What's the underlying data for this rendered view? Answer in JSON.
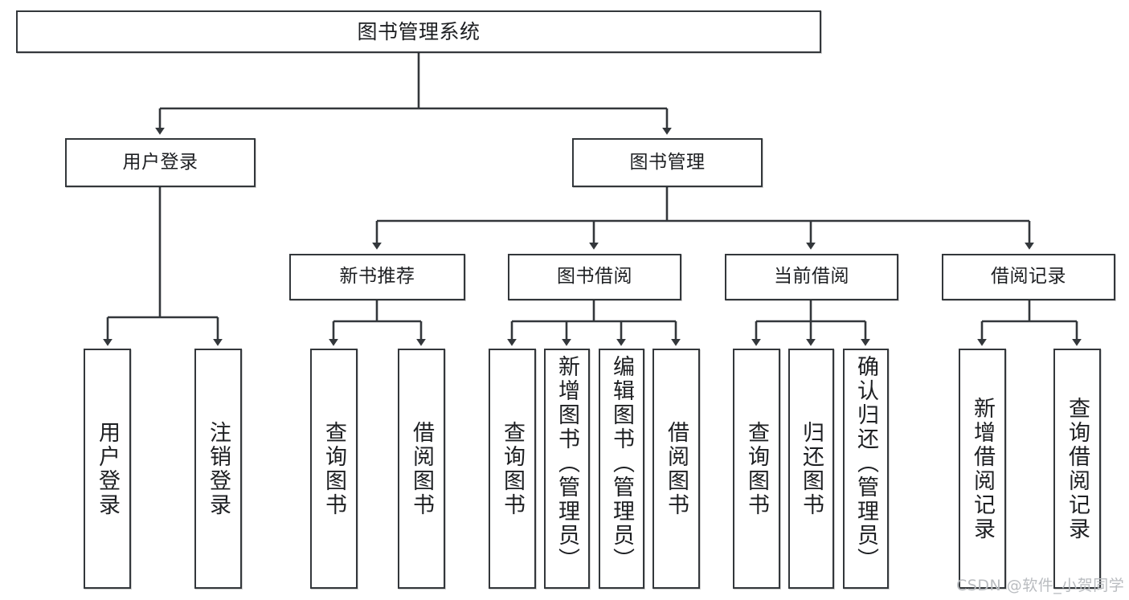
{
  "diagram": {
    "type": "tree-hierarchy-chart",
    "title": "图书管理系统",
    "root": {
      "label": "图书管理系统"
    },
    "level2": [
      {
        "label": "用户登录"
      },
      {
        "label": "图书管理"
      }
    ],
    "level3": [
      {
        "label": "新书推荐"
      },
      {
        "label": "图书借阅"
      },
      {
        "label": "当前借阅"
      },
      {
        "label": "借阅记录"
      }
    ],
    "leaves": {
      "user_login": [
        {
          "label": "用户登录"
        },
        {
          "label": "注销登录"
        }
      ],
      "new_book_recommend": [
        {
          "label": "查询图书"
        },
        {
          "label": "借阅图书"
        }
      ],
      "book_borrow": [
        {
          "label": "查询图书"
        },
        {
          "label": "新增图书（管理员）"
        },
        {
          "label": "编辑图书（管理员）"
        },
        {
          "label": "借阅图书"
        }
      ],
      "current_borrow": [
        {
          "label": "查询图书"
        },
        {
          "label": "归还图书"
        },
        {
          "label": "确认归还（管理员）"
        }
      ],
      "borrow_record": [
        {
          "label": "新增借阅记录"
        },
        {
          "label": "查询借阅记录"
        }
      ]
    }
  },
  "watermark": {
    "text": "CSDN @软件_小贺同学"
  },
  "colors": {
    "stroke": "#33373b",
    "fill": "#ffffff",
    "text": "#1d1f22",
    "watermark": "#b9bcc0"
  }
}
